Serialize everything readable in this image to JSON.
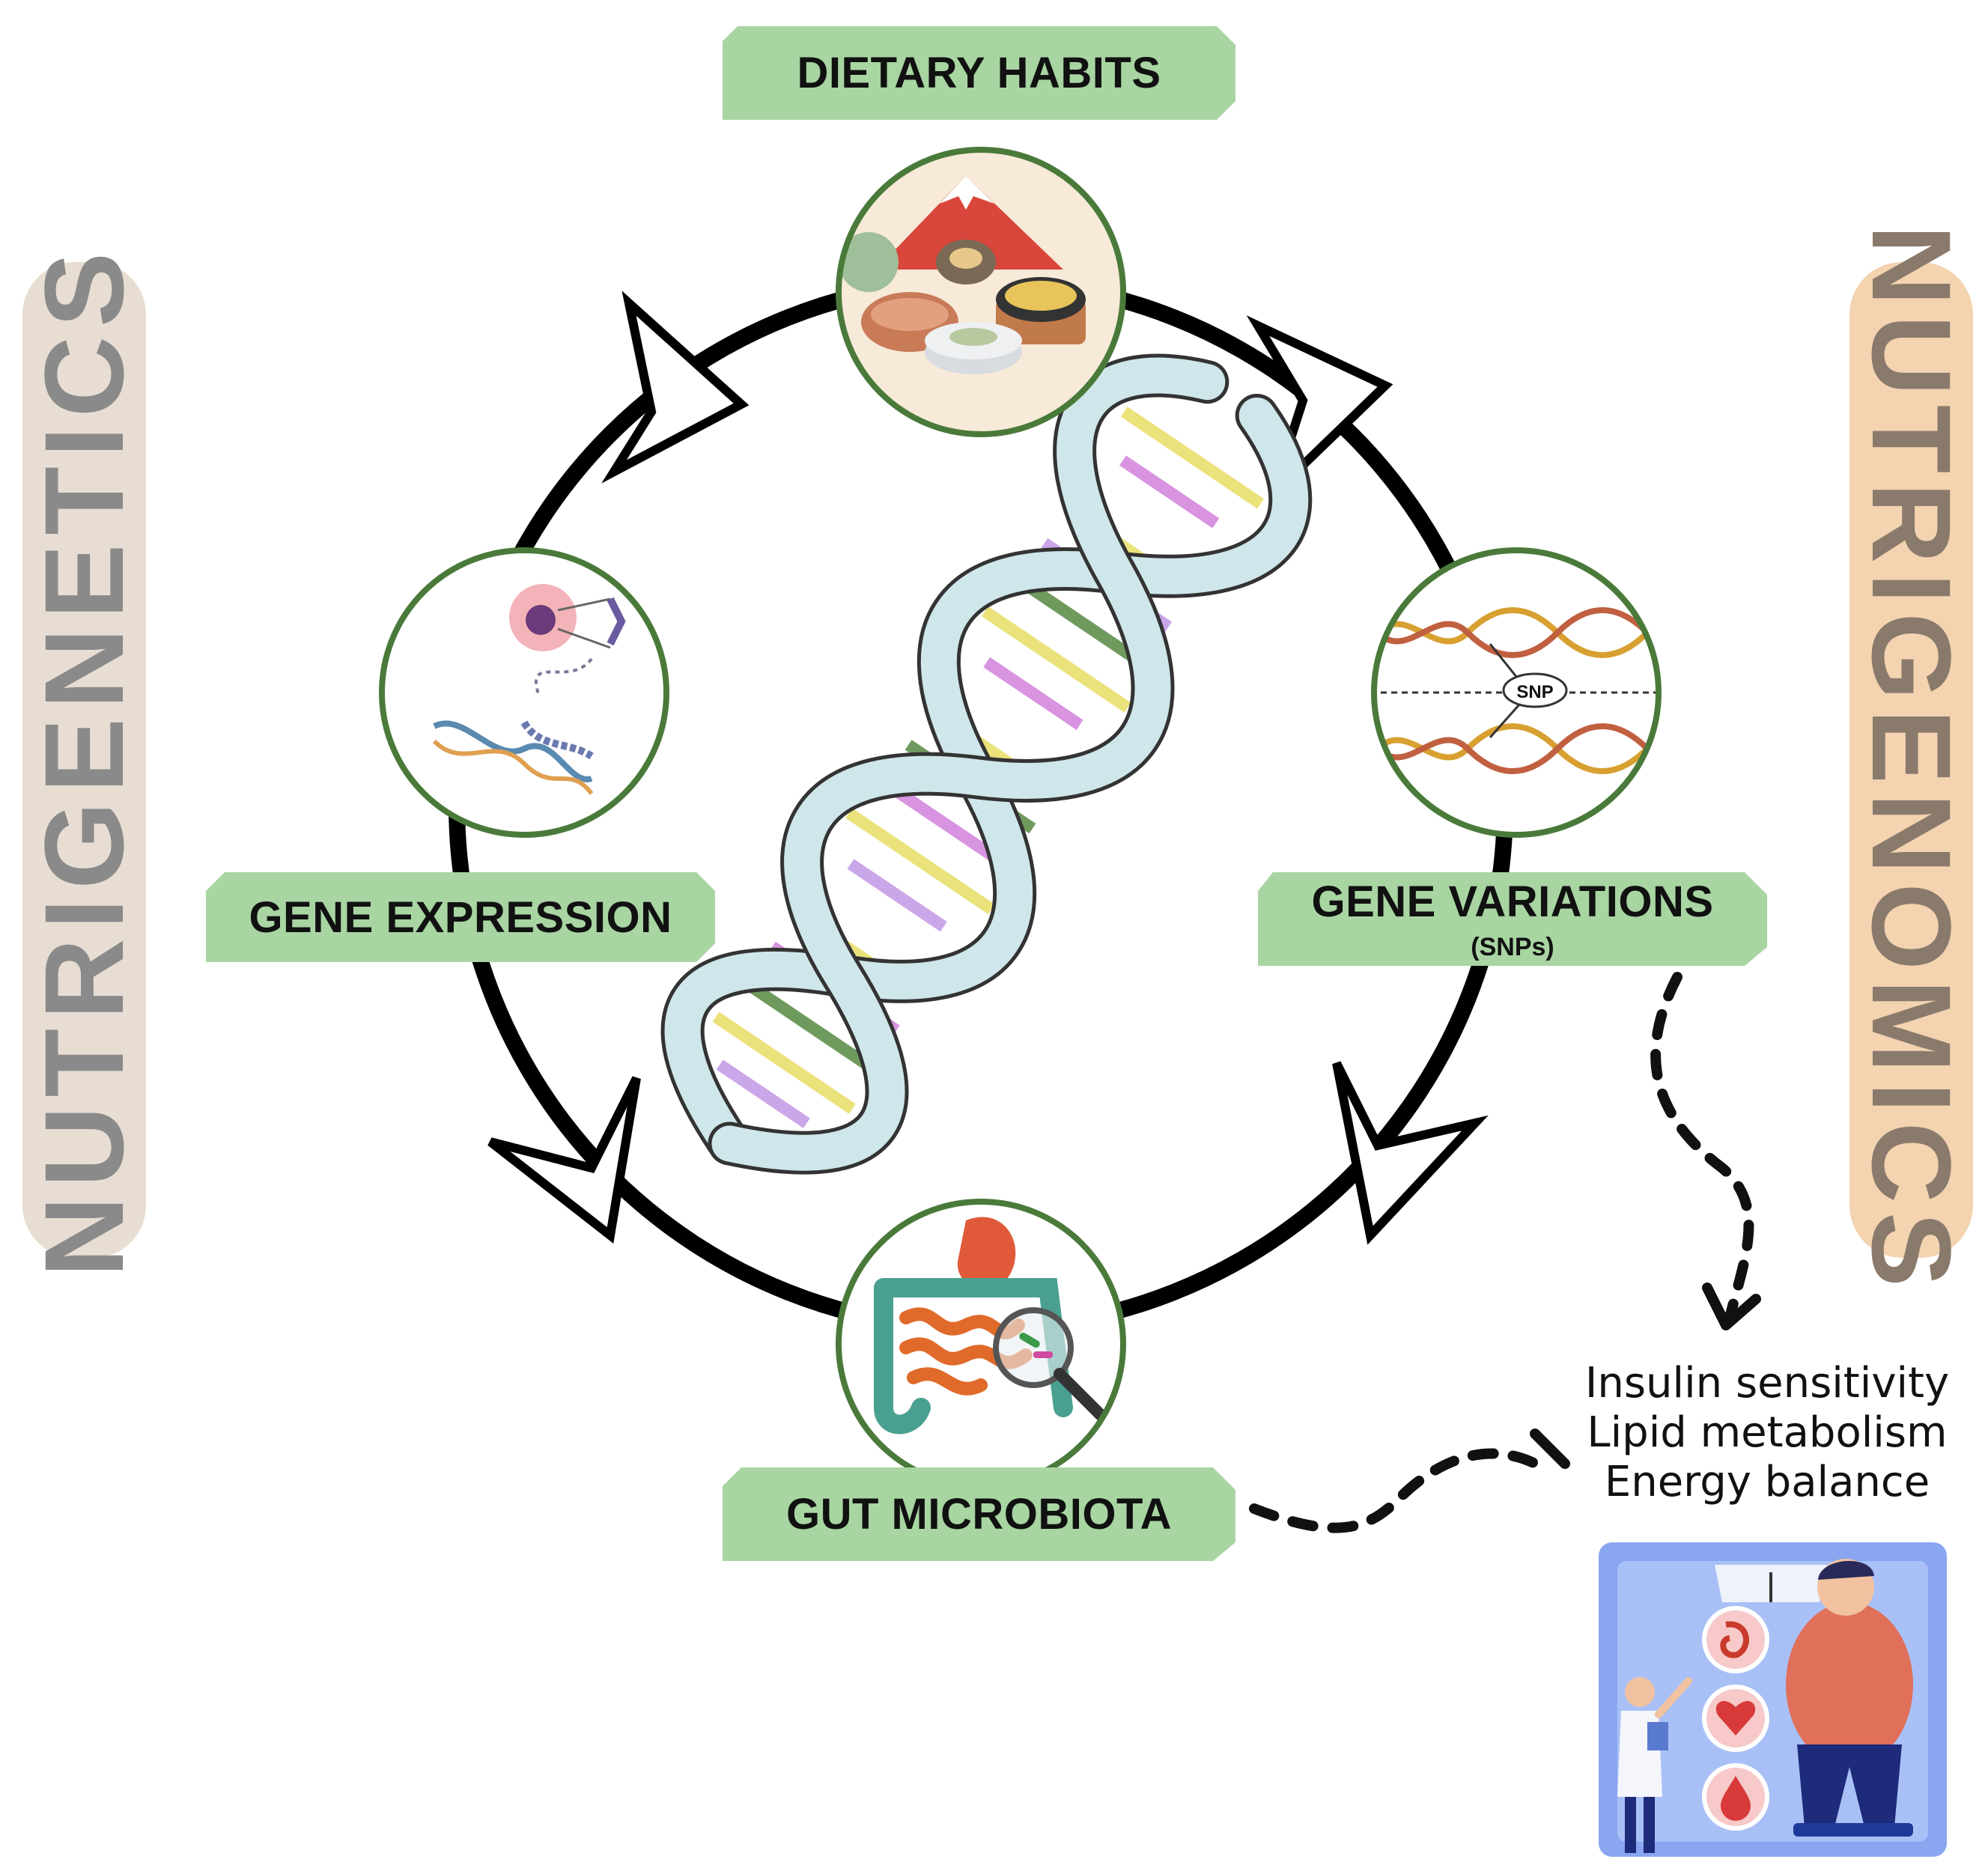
{
  "cycle": {
    "dietary_habits": "DIETARY HABITS",
    "gene_expression": "GENE EXPRESSION",
    "gene_variations": "GENE VARIATIONS",
    "gene_variations_sub": "(SNPs)",
    "gut_microbiota": "GUT MICROBIOTA",
    "snp_tag": "SNP"
  },
  "sides": {
    "left": "NUTRIGENETICS",
    "right": "NUTRIGENOMICS"
  },
  "outcomes": [
    "Insulin sensitivity",
    "Lipid metabolism",
    "Energy balance"
  ],
  "colors": {
    "label_green": "#a8d5a2",
    "circle_border": "#4a7a3a",
    "left_pill": "#e8ddd2",
    "right_pill": "#f3d3b0",
    "helix_backbone": "#cfe6ea",
    "cycle_line": "#000000"
  }
}
